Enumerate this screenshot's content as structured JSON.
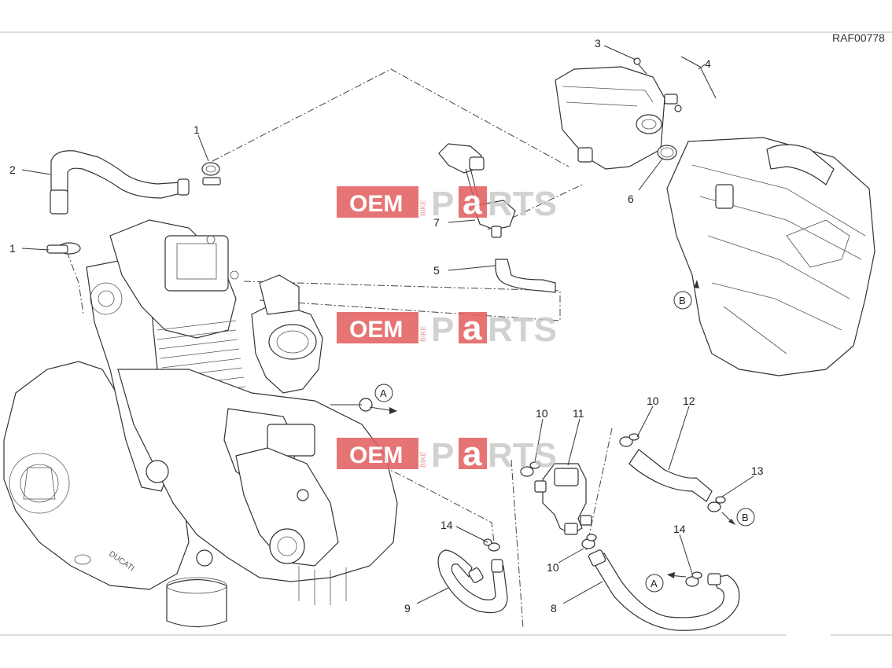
{
  "diagram": {
    "code": "RAF00778",
    "labels": [
      {
        "id": "l1a",
        "text": "1"
      },
      {
        "id": "l1b",
        "text": "1"
      },
      {
        "id": "l2",
        "text": "2"
      },
      {
        "id": "l3",
        "text": "3"
      },
      {
        "id": "l4",
        "text": "4"
      },
      {
        "id": "l5",
        "text": "5"
      },
      {
        "id": "l6",
        "text": "6"
      },
      {
        "id": "l7",
        "text": "7"
      },
      {
        "id": "l8",
        "text": "8"
      },
      {
        "id": "l9",
        "text": "9"
      },
      {
        "id": "l10a",
        "text": "10"
      },
      {
        "id": "l10b",
        "text": "10"
      },
      {
        "id": "l10c",
        "text": "10"
      },
      {
        "id": "l11",
        "text": "11"
      },
      {
        "id": "l12",
        "text": "12"
      },
      {
        "id": "l13",
        "text": "13"
      },
      {
        "id": "l14a",
        "text": "14"
      },
      {
        "id": "l14b",
        "text": "14"
      }
    ],
    "callouts": {
      "a": "A",
      "b": "B"
    },
    "watermark": {
      "oem": "OEM",
      "bike": "BIKE",
      "p": "P",
      "a": "a",
      "rts": "RTS",
      "accent_color": "#e25c5c"
    },
    "engine_brand": "DUCATI"
  }
}
